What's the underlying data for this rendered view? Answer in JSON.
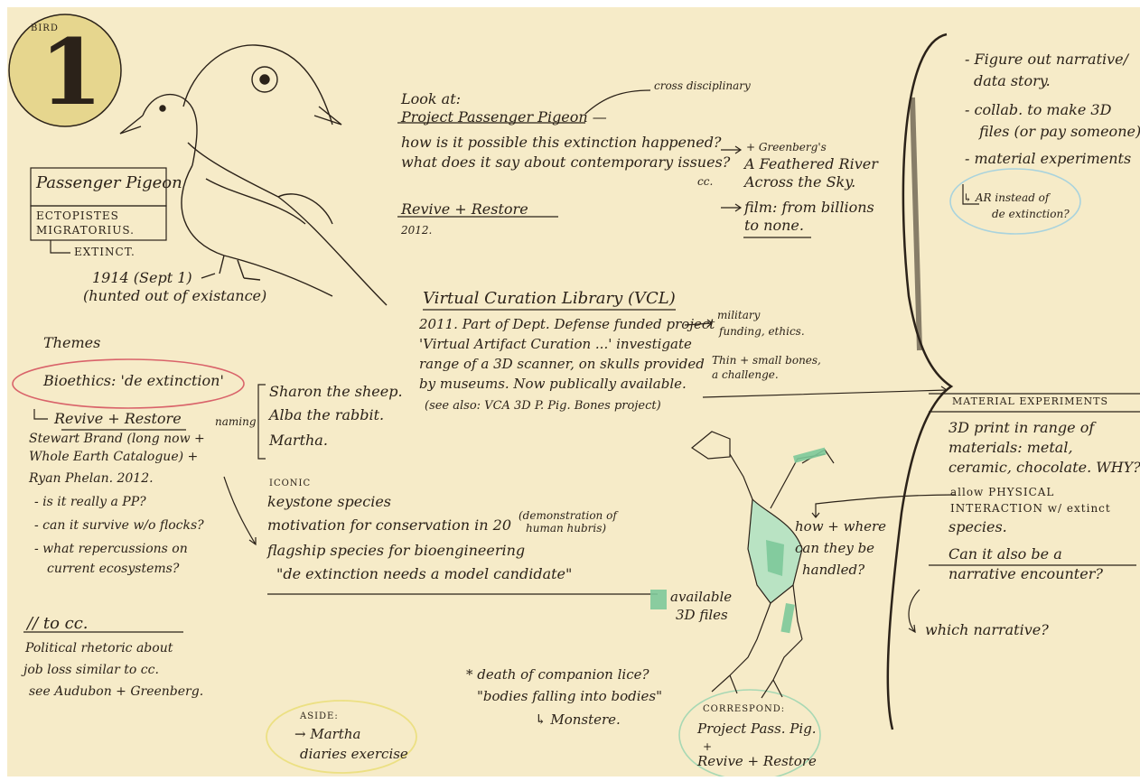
{
  "badge": {
    "label": "BIRD",
    "number": "1"
  },
  "species": {
    "name": "Passenger Pigeon",
    "latin": [
      "ECTOPISTES",
      "MIGRATORIUS."
    ],
    "status": "EXTINCT.",
    "date": "1914 (Sept 1)",
    "note": "(hunted out of existance)"
  },
  "look_at": {
    "heading": "Look at:",
    "project": "Project Passenger Pigeon —",
    "side_note": "cross disciplinary",
    "questions": [
      "how is it possible this extinction happened?",
      "what does it say about contemporary issues?"
    ],
    "cc": "cc.",
    "refs": [
      "+ Greenberg's",
      "A Feathered River",
      "Across the Sky.",
      "film: from billions",
      "to none."
    ],
    "revive": "Revive + Restore",
    "revive_year": "2012."
  },
  "vcl": {
    "title": "Virtual Curation Library (VCL)",
    "lines": [
      "2011. Part of Dept. Defense funded project",
      "'Virtual Artifact Curation ...' investigate",
      "range of a 3D scanner, on skulls provided",
      "by museums. Now publically available.",
      "(see also: VCA 3D P. Pig. Bones project)"
    ],
    "side_notes": [
      "military",
      "funding, ethics.",
      "Thin + small bones,",
      "a challenge."
    ]
  },
  "themes": {
    "heading": "Themes",
    "bioethics": "Bioethics: 'de extinction'",
    "revive": "Revive + Restore",
    "people": [
      "Stewart Brand (long now +",
      "Whole Earth Catalogue) +",
      "Ryan Phelan. 2012."
    ],
    "questions": [
      "- is it really a PP?",
      "- can it survive w/o flocks?",
      "- what repercussions on",
      "current ecosystems?"
    ],
    "naming_label": "naming",
    "naming": [
      "Sharon the sheep.",
      "Alba the rabbit.",
      "Martha."
    ]
  },
  "iconic": {
    "label": "ICONIC",
    "lines": [
      "keystone species",
      "motivation for conservation in 20",
      "flagship species for bioengineering",
      "\"de extinction needs a model candidate\""
    ],
    "hubris": [
      "(demonstration of",
      "human hubris)"
    ]
  },
  "parallel": {
    "heading": "// to cc.",
    "lines": [
      "Political rhetoric about",
      "job loss similar to cc.",
      "see Audubon + Greenberg."
    ]
  },
  "aside": {
    "label": "ASIDE:",
    "lines": [
      "→ Martha",
      "diaries exercise"
    ]
  },
  "death_note": [
    "* death of companion lice?",
    "\"bodies falling into bodies\"",
    "↳ Monstere."
  ],
  "correspond": {
    "label": "CORRESPOND:",
    "lines": [
      "Project Pass. Pig.",
      "+",
      "Revive + Restore"
    ]
  },
  "skeleton": {
    "question": [
      "how + where",
      "can they be",
      "handled?"
    ],
    "files": [
      "available",
      "3D files"
    ]
  },
  "todo": {
    "items": [
      "- Figure out narrative/",
      "data story.",
      "- collab. to make 3D",
      "files (or pay someone)",
      "- material experiments"
    ],
    "ar": [
      "↳ AR instead of",
      "de extinction?"
    ]
  },
  "material": {
    "heading": "MATERIAL EXPERIMENTS",
    "lines": [
      "3D print in range of",
      "materials: metal,",
      "ceramic, chocolate. WHY?",
      "allow PHYSICAL",
      "INTERACTION w/ extinct",
      "species."
    ],
    "question": [
      "Can it also be a",
      "narrative encounter?"
    ],
    "which": "which narrative?"
  },
  "colors": {
    "paper": "#f6ebc8",
    "ink": "#2b2219",
    "badge_yellow": "#e6d68e",
    "red": "#d9636a",
    "light_blue": "#a9d3dd",
    "yellow": "#ece083",
    "light_green": "#a8d8b4",
    "bone_green": "#7ec99a"
  }
}
